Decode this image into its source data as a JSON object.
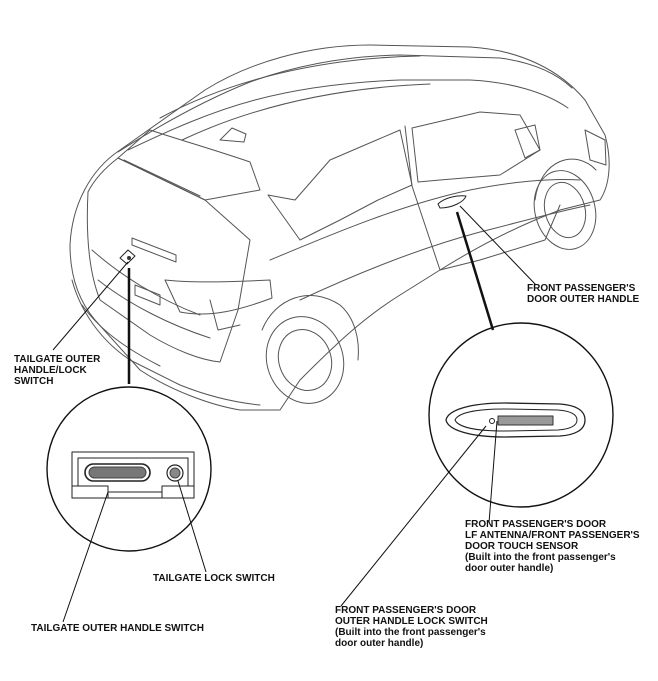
{
  "labels": {
    "tailgate_outer_handle_lock_switch": [
      "TAILGATE OUTER",
      "HANDLE/LOCK",
      "SWITCH"
    ],
    "front_passenger_door_outer_handle": [
      "FRONT PASSENGER'S",
      "DOOR OUTER HANDLE"
    ],
    "tailgate_lock_switch": "TAILGATE LOCK SWITCH",
    "tailgate_outer_handle_switch": "TAILGATE OUTER HANDLE SWITCH",
    "lf_antenna_touch_sensor": [
      "FRONT PASSENGER'S DOOR",
      "LF ANTENNA/FRONT PASSENGER'S",
      "DOOR TOUCH SENSOR",
      "(Built into the front passenger's",
      "door outer handle)"
    ],
    "outer_handle_lock_switch": [
      "FRONT PASSENGER'S DOOR",
      "OUTER HANDLE LOCK SWITCH",
      "(Built into the front passenger's",
      "door outer handle)"
    ]
  }
}
